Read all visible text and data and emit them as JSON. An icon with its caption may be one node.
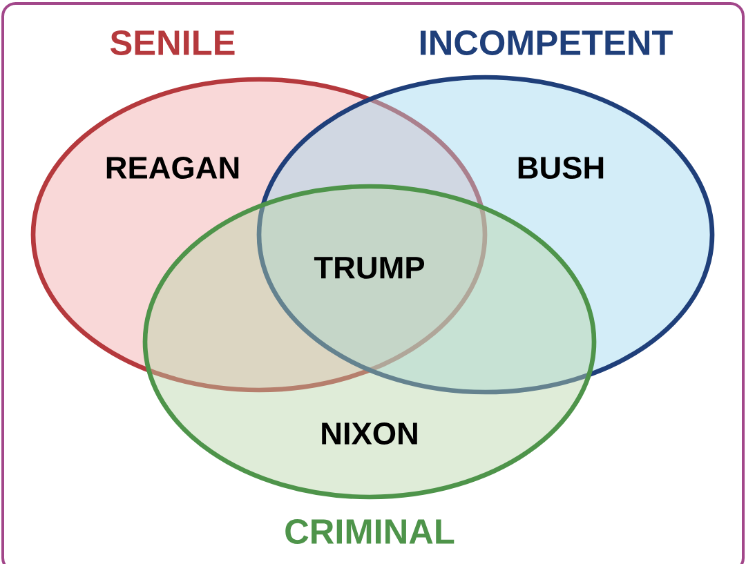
{
  "diagram": {
    "nodes": [
      {
        "text": [
          "SENILE",
          "REAGAN"
        ]
      },
      {
        "text": [
          "INCOMPETENT",
          "BUSH"
        ]
      },
      {
        "text": [
          "NIXON",
          "CRIMINAL"
        ]
      }
    ],
    "labels": [
      "TRUMP"
    ]
  }
}
